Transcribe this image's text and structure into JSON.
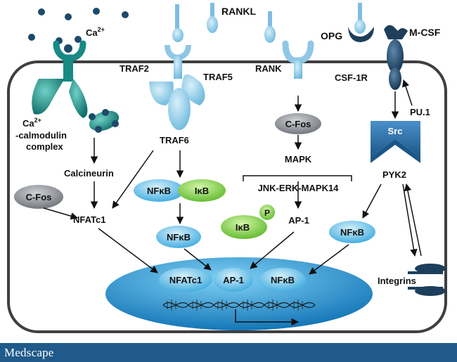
{
  "labels": {
    "ca": "Ca",
    "ca_sup": "2+",
    "rankl": "RANKL",
    "opg": "OPG",
    "mcsf": "M-CSF",
    "traf2": "TRAF2",
    "traf5": "TRAF5",
    "rank": "RANK",
    "csf1r": "CSF-1R",
    "pu1": "PU.1",
    "cacal_1_pre": "Ca",
    "cacal_1_sup": "2+",
    "cacal_2": "-calmodulin",
    "cacal_3": "complex",
    "traf6": "TRAF6",
    "cfos_top": "C-Fos",
    "src": "Src",
    "mapk": "MAPK",
    "pyk2": "PYK2",
    "calcineurin": "Calcineurin",
    "cfos_left": "C-Fos",
    "nfkb_mid": "NFκB",
    "ikb_mid": "IκB",
    "jnk": "JNK-ERK-MAPK14",
    "nfatc1": "NFATc1",
    "ikb_p": "IκB",
    "p": "P",
    "ap1": "AP-1",
    "nfkb_left": "NFκB",
    "nfkb_right": "NFκB",
    "nuc_nfatc1": "NFATc1",
    "nuc_ap1": "AP-1",
    "nuc_nfkb": "NFκB",
    "integrins": "Integrins"
  },
  "footer": {
    "logo": "Medscape"
  },
  "colors": {
    "footer": "#1f5a8a",
    "cell_border": "#3f3f3f",
    "teal": "#1e8c86",
    "light_blue": "#8fcde8",
    "navy": "#1d3f5c",
    "grey_ellipse": "#8a8d92",
    "nfkb": "#66c3ea",
    "ikb": "#8bd64a",
    "nucleus": "#1c90d0"
  }
}
